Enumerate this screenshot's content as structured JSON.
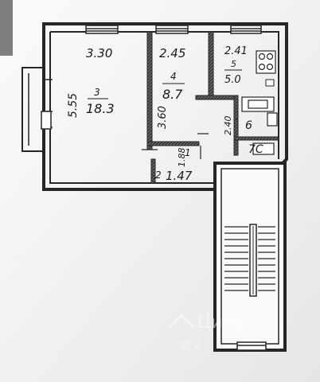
{
  "plan": {
    "rooms": [
      {
        "id": "room-3",
        "number": "3",
        "area": "18.3",
        "width": "3.30",
        "height": "5.55"
      },
      {
        "id": "room-4",
        "number": "4",
        "area": "8.7",
        "width": "2.45",
        "height": "3.60"
      },
      {
        "id": "room-5",
        "number": "5",
        "area": "5.0",
        "width": "2.41"
      },
      {
        "id": "room-6",
        "number": "6",
        "height": "2.40"
      },
      {
        "id": "room-7",
        "number": "7C"
      },
      {
        "id": "room-1",
        "number": "1",
        "area": "1.47",
        "height": "1.88"
      },
      {
        "id": "room-2",
        "number": "2"
      }
    ]
  },
  "watermark": {
    "brand": "Циан",
    "id_text": "ID 2"
  }
}
